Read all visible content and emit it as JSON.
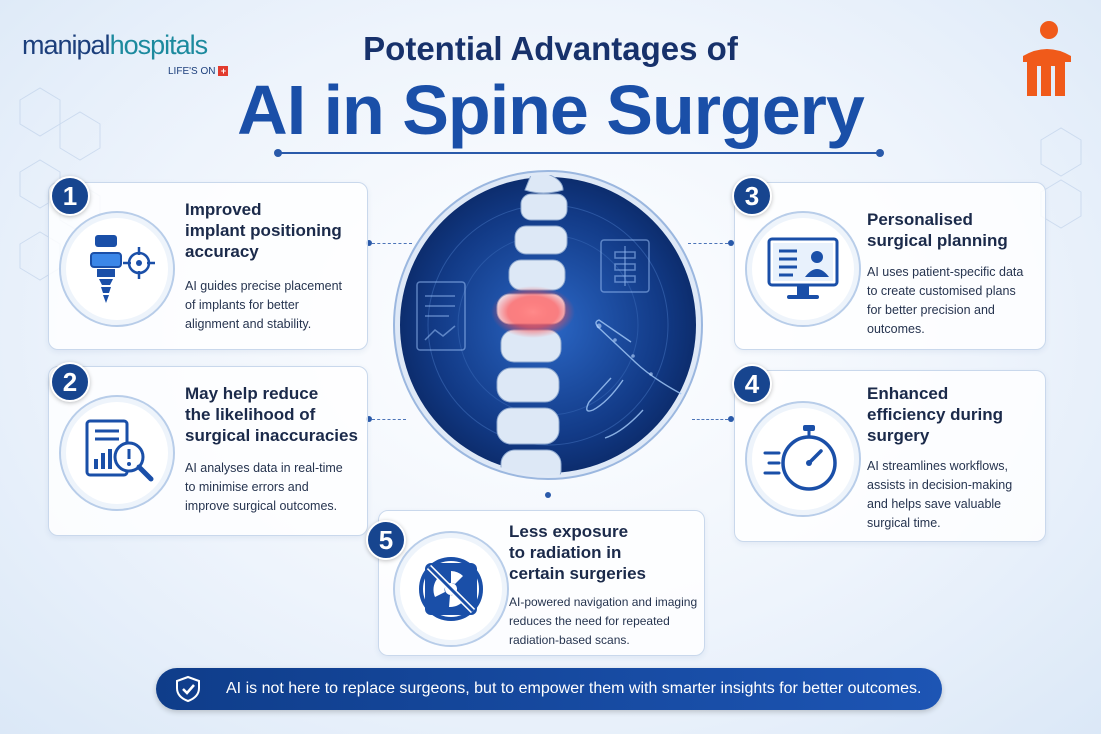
{
  "brand": {
    "name_part1": "manipal",
    "name_part2": "hospitals",
    "tagline": "LIFE'S ON",
    "tag_plus": "+"
  },
  "title": {
    "top": "Potential Advantages of",
    "main": "AI in Spine Surgery"
  },
  "cards": [
    {
      "number": "1",
      "title_lines": [
        "Improved",
        "implant positioning",
        "accuracy"
      ],
      "description_lines": [
        "AI guides precise placement",
        "of implants for better",
        "alignment and stability."
      ],
      "icon": "implant-screw-target-icon"
    },
    {
      "number": "2",
      "title_lines": [
        "May help reduce",
        "the likelihood of",
        "surgical inaccuracies"
      ],
      "description_lines": [
        "AI analyses data in real-time",
        "to minimise errors and",
        "improve surgical outcomes."
      ],
      "icon": "report-magnifier-alert-icon"
    },
    {
      "number": "3",
      "title_lines": [
        "Personalised",
        "surgical planning"
      ],
      "description_lines": [
        "AI uses patient-specific data",
        "to create customised plans",
        "for better precision and",
        "outcomes."
      ],
      "icon": "monitor-patient-profile-icon"
    },
    {
      "number": "4",
      "title_lines": [
        "Enhanced",
        "efficiency during",
        "surgery"
      ],
      "description_lines": [
        "AI streamlines workflows,",
        "assists in decision-making",
        "and helps save valuable",
        "surgical time."
      ],
      "icon": "stopwatch-speed-icon"
    },
    {
      "number": "5",
      "title_lines": [
        "Less exposure",
        "to radiation in",
        "certain surgeries"
      ],
      "description_lines": [
        "AI-powered navigation and imaging",
        "reduces the need for repeated",
        "radiation-based scans."
      ],
      "icon": "no-radiation-icon"
    }
  ],
  "footer": {
    "text": "AI is not here to replace surgeons, but to empower them with smarter insights for better outcomes.",
    "icon": "shield-check-icon"
  },
  "colors": {
    "primary": "#17458f",
    "title_blue": "#1a4fa8",
    "accent_orange": "#f05a1a",
    "highlight_red": "#ff5a5a"
  }
}
